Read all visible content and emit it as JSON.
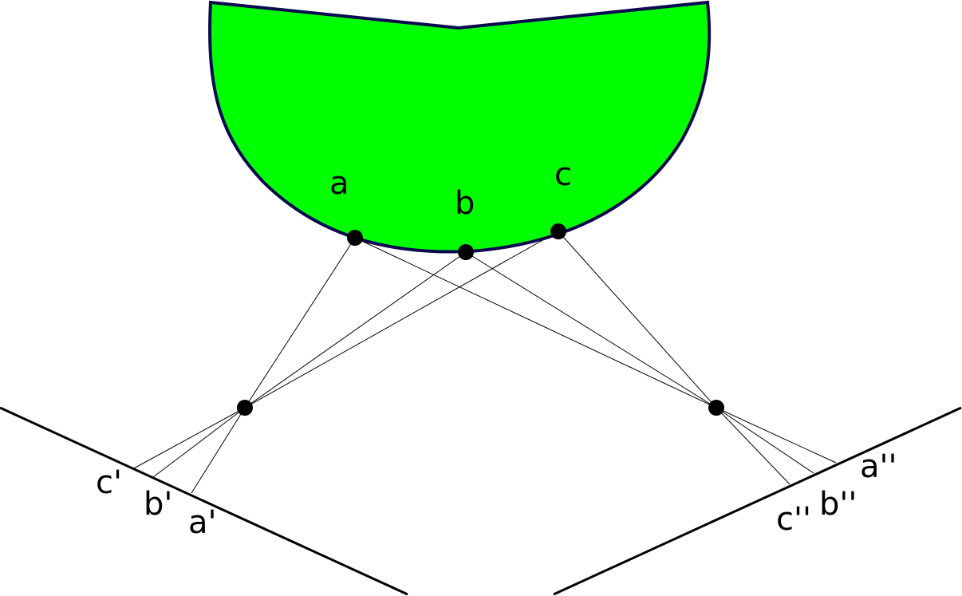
{
  "colors": {
    "object_fill": "#00ff00",
    "object_stroke": "#0a0a50",
    "lines": "#000000"
  },
  "object_points": {
    "a": "a",
    "b": "b",
    "c": "c"
  },
  "left_image": {
    "a": "a'",
    "b": "b'",
    "c": "c'"
  },
  "right_image": {
    "a": "a''",
    "b": "b''",
    "c": "c''"
  }
}
